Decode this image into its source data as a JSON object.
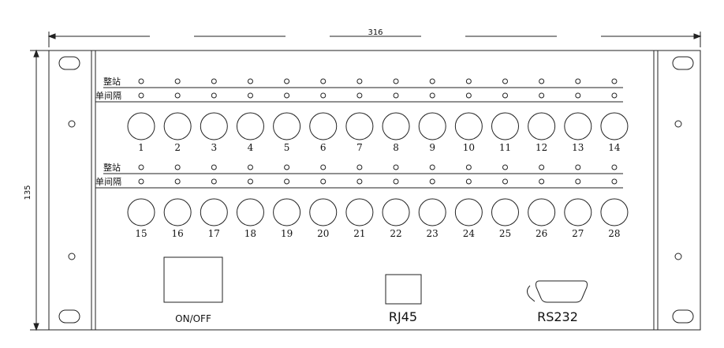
{
  "dimensions": {
    "width": "316",
    "height": "135"
  },
  "rows": [
    {
      "label_top": "整站",
      "label_bottom": "单间隔",
      "ports": [
        "1",
        "2",
        "3",
        "4",
        "5",
        "6",
        "7",
        "8",
        "9",
        "10",
        "11",
        "12",
        "13",
        "14"
      ]
    },
    {
      "label_top": "整站",
      "label_bottom": "单间隔",
      "ports": [
        "15",
        "16",
        "17",
        "18",
        "19",
        "20",
        "21",
        "22",
        "23",
        "24",
        "25",
        "26",
        "27",
        "28"
      ]
    }
  ],
  "power": {
    "label": "ON/OFF"
  },
  "rj45": {
    "label": "RJ45"
  },
  "serial": {
    "label": "RS232"
  }
}
